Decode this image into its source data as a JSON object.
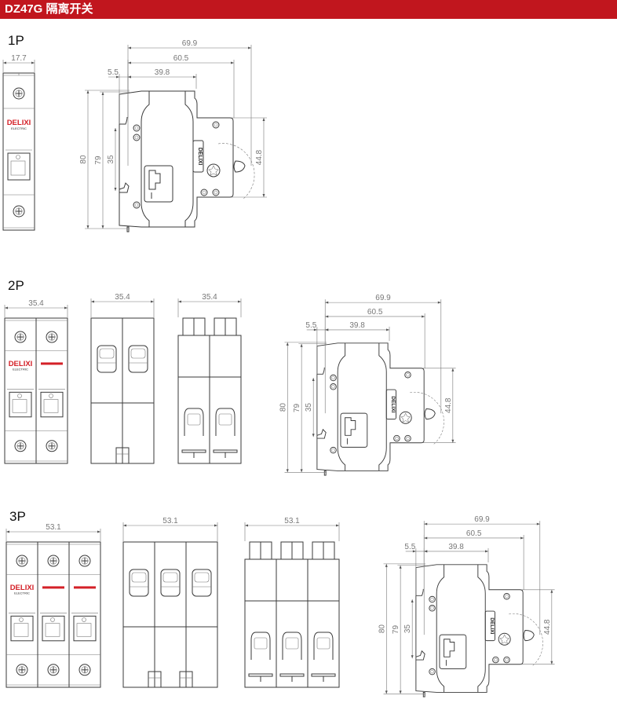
{
  "header": {
    "title": "DZ47G 隔离开关"
  },
  "brand": {
    "logo": "DELIXI",
    "sub": "ELECTRIC"
  },
  "sections": [
    {
      "label": "1P",
      "poles": 1,
      "front_width": "17.7"
    },
    {
      "label": "2P",
      "poles": 2,
      "front_width": "35.4",
      "back_width": "35.4",
      "bottom_width": "35.4"
    },
    {
      "label": "3P",
      "poles": 3,
      "front_width": "53.1",
      "back_width": "53.1",
      "bottom_width": "53.1"
    }
  ],
  "side_dims": {
    "overall": "69.9",
    "depth": "60.5",
    "front": "39.8",
    "offset": "5.5",
    "height": "80",
    "height_inner": "79",
    "rail": "35",
    "front_height": "44.8"
  },
  "colors": {
    "header": "#c1161e",
    "brand_red": "#d42027",
    "line": "#3a3a3a",
    "dim": "#777777"
  }
}
